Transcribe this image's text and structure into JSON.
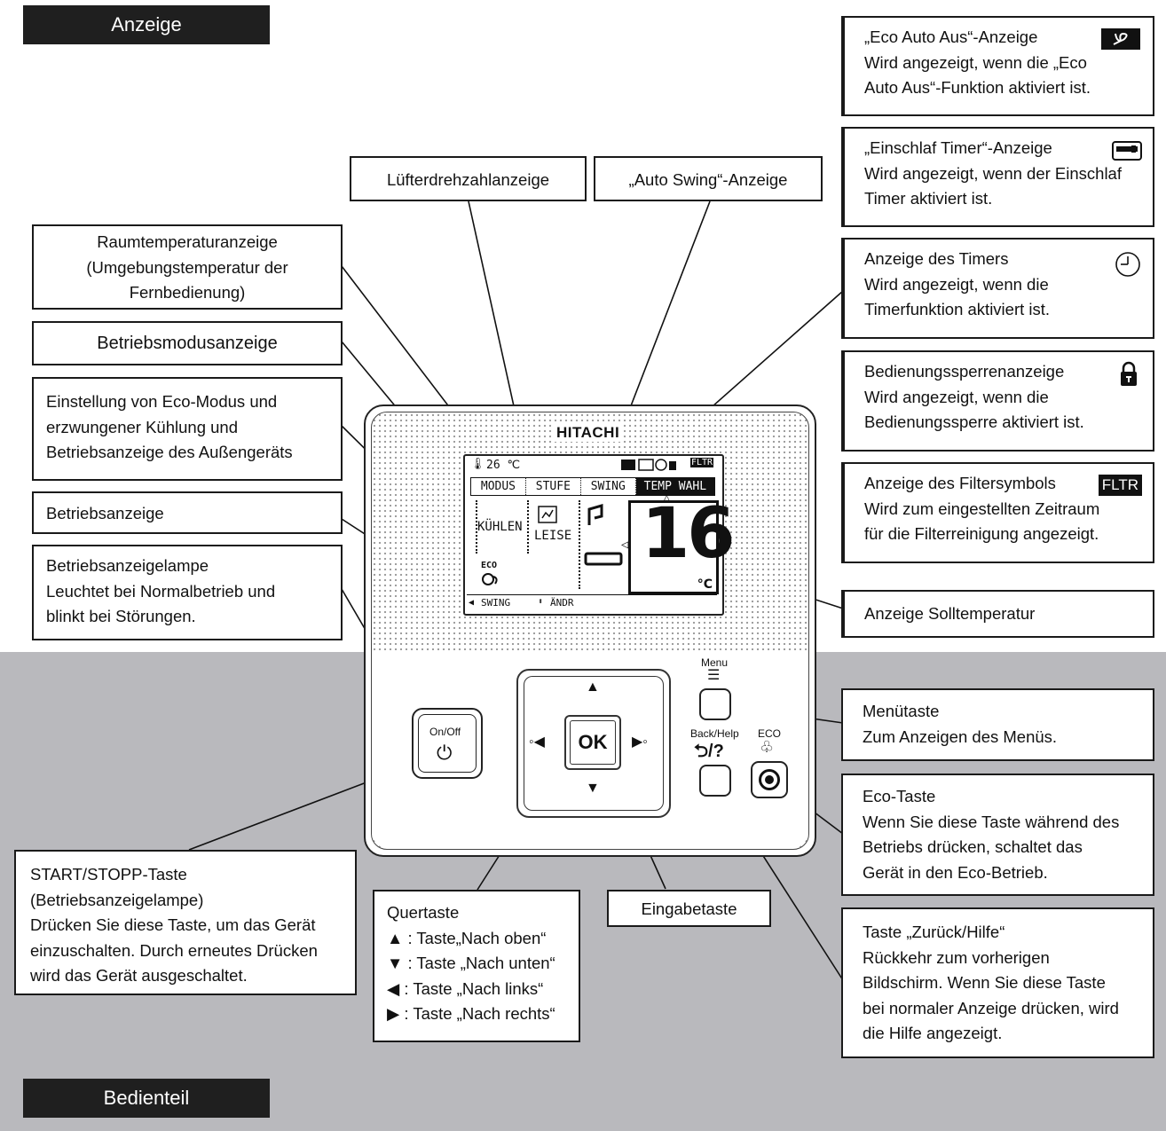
{
  "sections": {
    "display": "Anzeige",
    "control": "Bedienteil"
  },
  "labels": {
    "fan_speed": "Lüfterdrehzahlanzeige",
    "auto_swing": "„Auto Swing“-Anzeige",
    "room_temp": [
      "Raumtemperaturanzeige",
      "(Umgebungstemperatur der",
      "Fernbedienung)"
    ],
    "mode": "Betriebsmodusanzeige",
    "eco_setting": [
      "Einstellung von Eco-Modus und",
      "erzwungener Kühlung und",
      "Betriebsanzeige des Außengeräts"
    ],
    "operation": "Betriebsanzeige",
    "lamp": [
      "Betriebsanzeigelampe",
      "Leuchtet bei Normalbetrieb und",
      "blinkt bei Störungen."
    ],
    "set_temp": "Anzeige Solltemperatur",
    "eco_auto_off": [
      "„Eco Auto Aus“-Anzeige",
      "Wird angezeigt, wenn die „Eco",
      "Auto Aus“-Funktion aktiviert ist."
    ],
    "sleep_timer": [
      "„Einschlaf Timer“-Anzeige",
      "Wird angezeigt, wenn der Einschlaf",
      "Timer aktiviert ist."
    ],
    "timer": [
      "Anzeige des Timers",
      "Wird angezeigt, wenn die",
      "Timerfunktion aktiviert ist."
    ],
    "lock": [
      "Bedienungssperrenanzeige",
      "Wird angezeigt, wenn die",
      "Bedienungssperre aktiviert ist."
    ],
    "filter": [
      "Anzeige des Filtersymbols",
      "Wird zum eingestellten Zeitraum",
      "für die Filterreinigung angezeigt."
    ],
    "filter_icon_text": "FLTR",
    "menu_key": [
      "Menütaste",
      "Zum Anzeigen des Menüs."
    ],
    "eco_key": [
      "Eco-Taste",
      "Wenn Sie diese Taste während des",
      "Betriebs drücken, schaltet das",
      "Gerät in den Eco-Betrieb."
    ],
    "back_key": [
      "Taste „Zurück/Hilfe“",
      "Rückkehr zum vorherigen",
      "Bildschirm. Wenn Sie diese Taste",
      "bei normaler Anzeige drücken, wird",
      "die Hilfe angezeigt."
    ],
    "start_stop": [
      "START/STOPP-Taste",
      "(Betriebsanzeigelampe)",
      "Drücken Sie diese Taste, um das Gerät",
      "einzuschalten. Durch erneutes Drücken",
      "wird das Gerät ausgeschaltet."
    ],
    "cross_key": [
      "Quertaste",
      ": Taste„Nach oben“",
      ": Taste „Nach unten“",
      ": Taste „Nach links“",
      ": Taste „Nach rechts“"
    ],
    "enter_key": "Eingabetaste"
  },
  "remote": {
    "brand": "HITACHI",
    "room_temp": "26 ℃",
    "tabs": [
      "MODUS",
      "STUFE",
      "SWING",
      "TEMP WAHL"
    ],
    "mode_value": "KÜHLEN",
    "fan_value": "LEISE",
    "set_temp": "16",
    "unit": "°C",
    "eco_text": "ECO",
    "bottom_left": "SWING",
    "bottom_right": "ÄNDR",
    "onoff_label": "On/Off",
    "ok_label": "OK",
    "menu_label": "Menu",
    "back_label": "Back/Help",
    "back_symbol": "/?",
    "eco_label": "ECO",
    "lcd_filter": "FLTR"
  }
}
